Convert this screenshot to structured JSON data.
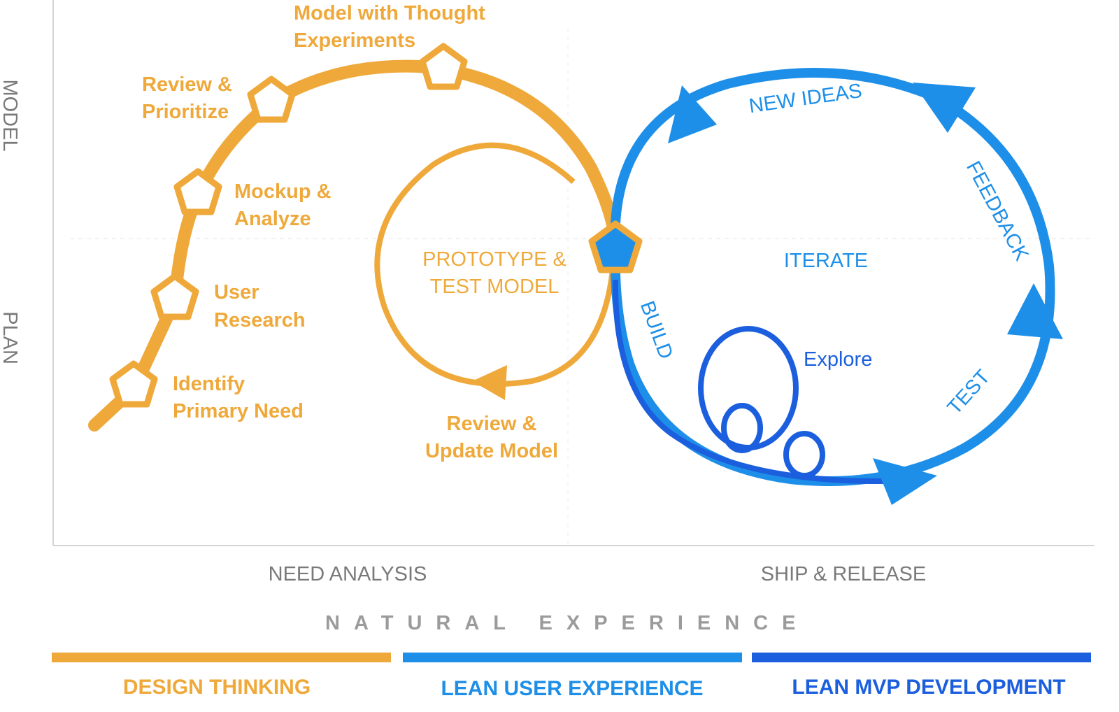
{
  "axes": {
    "y_top": "MODEL",
    "y_bottom": "PLAN",
    "x_left": "NEED ANALYSIS",
    "x_right": "SHIP & RELEASE",
    "bottom_title": "NATURAL EXPERIENCE"
  },
  "steps": [
    {
      "line1": "Identify",
      "line2": "Primary Need"
    },
    {
      "line1": "User",
      "line2": "Research"
    },
    {
      "line1": "Mockup &",
      "line2": "Analyze"
    },
    {
      "line1": "Review &",
      "line2": "Prioritize"
    },
    {
      "line1": "Model with Thought",
      "line2": "Experiments"
    }
  ],
  "prototype_loop": {
    "center_line1": "PROTOTYPE &",
    "center_line2": "TEST MODEL",
    "bottom_line1": "Review &",
    "bottom_line2": "Update Model"
  },
  "iterate_loop": {
    "center": "ITERATE",
    "new_ideas": "NEW IDEAS",
    "feedback": "FEEDBACK",
    "build": "BUILD",
    "test": "TEST",
    "explore": "Explore"
  },
  "legend": [
    {
      "label": "DESIGN THINKING",
      "color": "#EFA93B"
    },
    {
      "label": "LEAN USER EXPERIENCE",
      "color": "#1E8FE8"
    },
    {
      "label": "LEAN MVP DEVELOPMENT",
      "color": "#1B5FDE"
    }
  ],
  "colors": {
    "orange": "#EFA93B",
    "blue": "#1E8FE8",
    "dark_blue": "#1B5FDE",
    "axis": "#d0d0d0"
  }
}
